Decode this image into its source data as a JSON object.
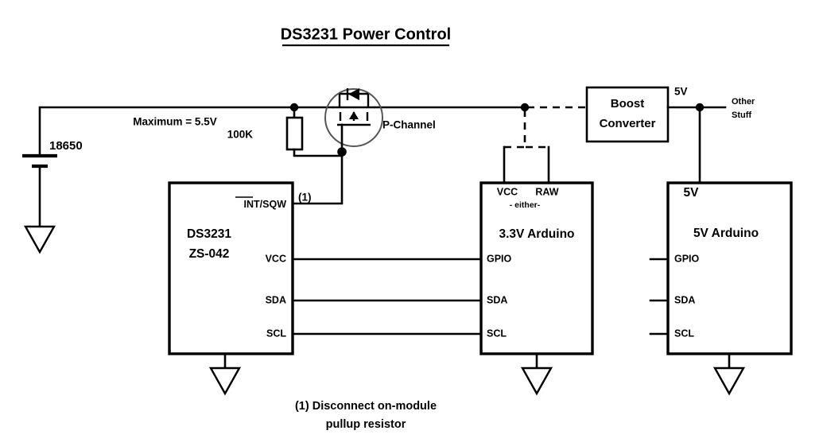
{
  "title": "DS3231 Power Control",
  "power_source": {
    "label": "18650",
    "rail_note": "Maximum = 5.5V"
  },
  "pullup_resistor": {
    "label": "100K"
  },
  "mosfet": {
    "label": "P-Channel",
    "icon": "p-channel-mosfet-icon"
  },
  "rtc_module": {
    "name_line1": "DS3231",
    "name_line2": "ZS-042",
    "pins": [
      {
        "label": "INT/SQW",
        "overline": "INT",
        "rest": "/SQW"
      },
      {
        "label": "VCC"
      },
      {
        "label": "SDA"
      },
      {
        "label": "SCL"
      }
    ],
    "footnote_marker": "(1)"
  },
  "arduino_33v": {
    "title": "3.3V Arduino",
    "supply_pins": [
      "VCC",
      "RAW"
    ],
    "supply_note": "- either-",
    "pins": [
      "GPIO",
      "SDA",
      "SCL"
    ]
  },
  "arduino_5v": {
    "rail_label": "5V",
    "title": "5V Arduino",
    "pins": [
      "GPIO",
      "SDA",
      "SCL"
    ]
  },
  "boost_converter": {
    "line1": "Boost",
    "line2": "Converter",
    "output_label": "5V"
  },
  "other_load": {
    "line1": "Other",
    "line2": "Stuff"
  },
  "footnote": {
    "line1": "(1) Disconnect on-module",
    "line2": "pullup resistor"
  },
  "colors": {
    "background": "#ffffff",
    "ink": "#000000",
    "mosfet_circle": "#555555"
  }
}
